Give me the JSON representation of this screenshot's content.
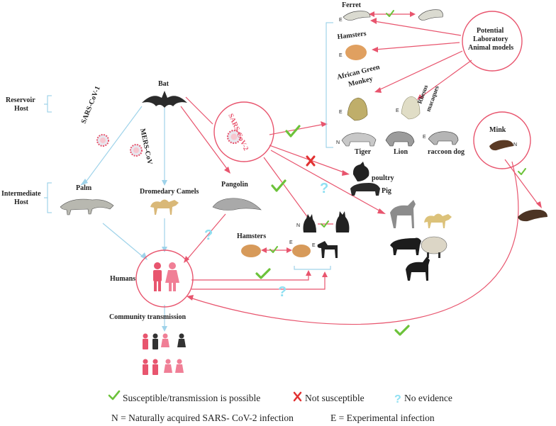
{
  "labels": {
    "bat": "Bat",
    "reservoir_host": [
      "Reservoir",
      "Host"
    ],
    "intermediate_host": [
      "Intermediate",
      "Host"
    ],
    "palm": "Palm",
    "dromedary_camels": "Dromedary Camels",
    "pangolin": "Pangolin",
    "humans": "Humans",
    "community_transmission": "Community transmission",
    "hamsters_mid": "Hamsters",
    "sars_cov_1": "SARS-CoV-1",
    "mers_cov": "MERS-CoV",
    "sars_cov_2": "SARS-CoV-2",
    "ferret": "Ferret",
    "hamsters_top": "Hamsters",
    "african_green_monkey": [
      "African Green",
      "Monkey"
    ],
    "rhesus_macaques": [
      "Rhesus",
      "macaques"
    ],
    "tiger": "Tiger",
    "lion": "Lion",
    "raccoon_dog": "raccoon dog",
    "potential_lab_models": [
      "Potential",
      "Laboratory",
      "Animal models"
    ],
    "mink": "Mink",
    "poultry": "poultry",
    "pig": "Pig"
  },
  "letters": {
    "n": "N",
    "e": "E"
  },
  "legend": {
    "susceptible": "Susceptible/transmission is possible",
    "not_susceptible": "Not susceptible",
    "no_evidence": "No evidence",
    "natural": "N = Naturally acquired SARS-  CoV-2 infection",
    "experimental": "E = Experimental infection"
  },
  "symbols": {
    "question": "?"
  },
  "colors": {
    "pink": "#e8556e",
    "light_blue": "#9fd3ea",
    "green_check": "#6cc23a",
    "red_cross": "#e23131",
    "cyan_question": "#8fe0f2"
  }
}
